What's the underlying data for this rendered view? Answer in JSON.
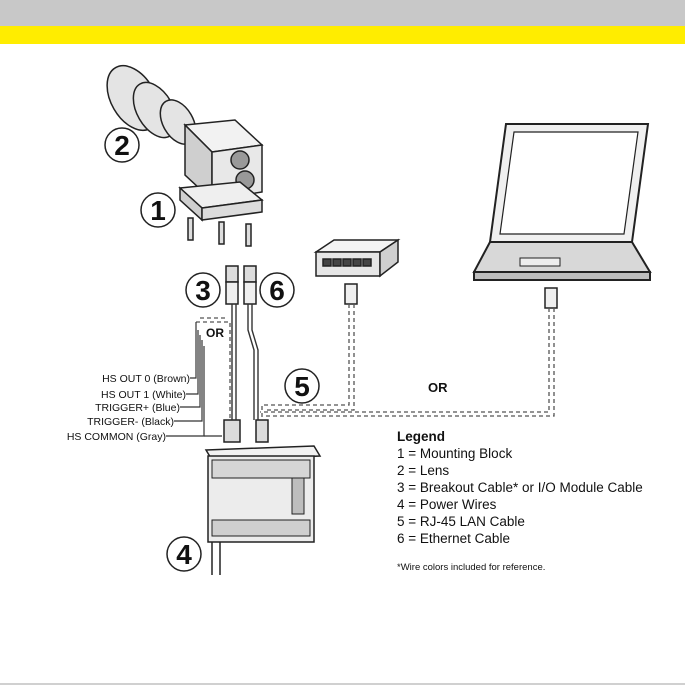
{
  "callouts": {
    "n1": "1",
    "n2": "2",
    "n3": "3",
    "n4": "4",
    "n5": "5",
    "n6": "6"
  },
  "or_labels": {
    "top": "OR",
    "middle": "OR"
  },
  "wires": [
    "HS OUT 0 (Brown)",
    "HS OUT 1 (White)",
    "TRIGGER+ (Blue)",
    "TRIGGER- (Black)",
    "HS COMMON (Gray)"
  ],
  "legend": {
    "title": "Legend",
    "items": [
      "1 = Mounting Block",
      "2 = Lens",
      "3 = Breakout Cable* or I/O Module Cable",
      "4 = Power Wires",
      "5 = RJ-45 LAN Cable",
      "6 = Ethernet Cable"
    ],
    "note": "*Wire colors included for reference."
  },
  "colors": {
    "header_gray": "#c8c8c8",
    "header_yellow": "#ffed00"
  }
}
